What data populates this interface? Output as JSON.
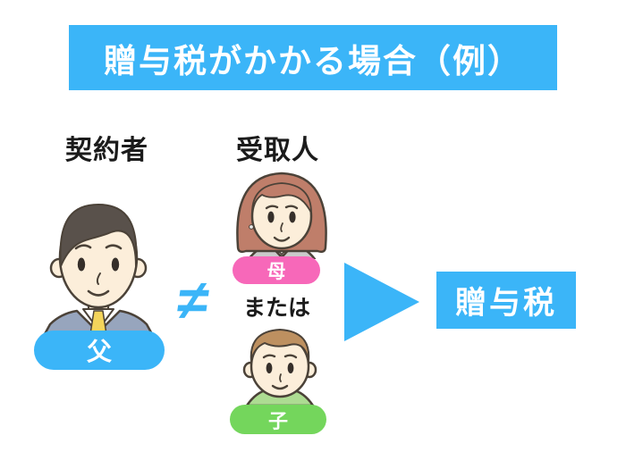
{
  "title": "贈与税がかかる場合（例）",
  "labels": {
    "contractor": "契約者",
    "beneficiary": "受取人",
    "or": "または",
    "not_equal": "≠"
  },
  "persons": {
    "father": "父",
    "mother": "母",
    "child": "子"
  },
  "result": "贈与税",
  "colors": {
    "accent_blue": "#3BB5F8",
    "pink": "#F768B9",
    "green": "#74D65C",
    "text_black": "#1B1B1B"
  }
}
